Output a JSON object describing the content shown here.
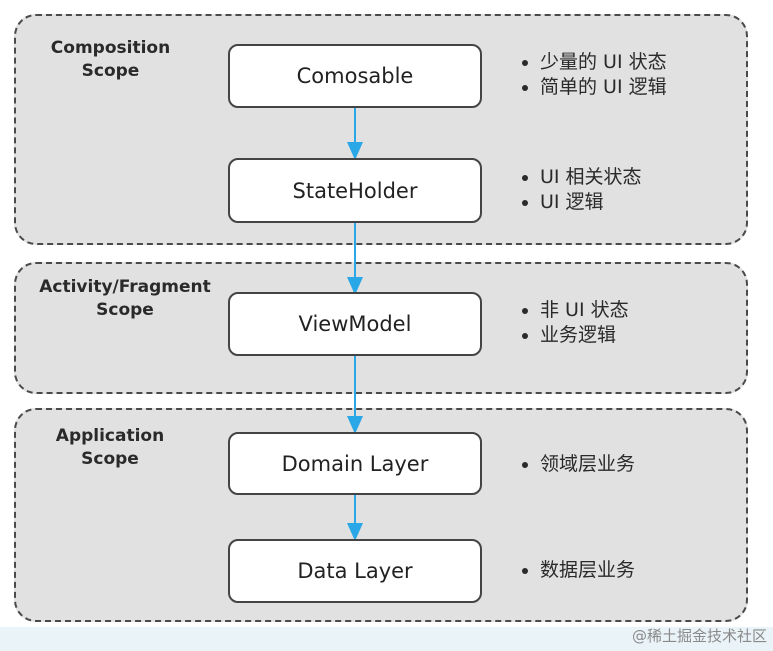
{
  "scopes": {
    "composition": {
      "title": "Composition\nScope"
    },
    "activity": {
      "title": "Activity/Fragment\nScope"
    },
    "application": {
      "title": "Application\nScope"
    }
  },
  "nodes": {
    "composable": "Comosable",
    "stateholder": "StateHolder",
    "viewmodel": "ViewModel",
    "domain_layer": "Domain Layer",
    "data_layer": "Data Layer"
  },
  "notes": {
    "composable": [
      "少量的 UI 状态",
      "简单的 UI 逻辑"
    ],
    "stateholder": [
      "UI 相关状态",
      "UI 逻辑"
    ],
    "viewmodel": [
      "非 UI 状态",
      "业务逻辑"
    ],
    "domain_layer": [
      "领域层业务"
    ],
    "data_layer": [
      "数据层业务"
    ]
  },
  "colors": {
    "arrow": "#2aa7e6",
    "scope_fill": "#e1e1e1"
  },
  "watermark": "@稀土掘金技术社区"
}
